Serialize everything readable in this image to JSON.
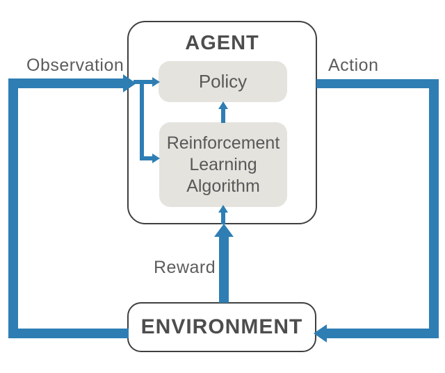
{
  "diagram": {
    "agent": {
      "title": "AGENT",
      "policy_label": "Policy",
      "rl_lines": [
        "Reinforcement",
        "Learning",
        "Algorithm"
      ]
    },
    "environment": {
      "title": "ENVIRONMENT"
    },
    "edges": {
      "observation": "Observation",
      "action": "Action",
      "reward": "Reward"
    },
    "colors": {
      "arrow_blue": "#2e7eb4",
      "box_fill": "#e5e3de",
      "border_gray": "#3f3f3f",
      "label_gray": "#5c5c5c",
      "title_gray": "#4d4d4d"
    }
  }
}
